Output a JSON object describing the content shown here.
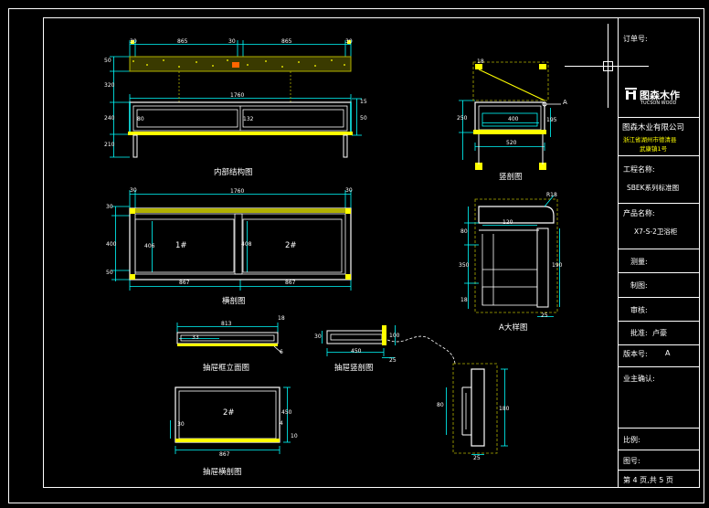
{
  "title_block": {
    "order_no_label": "订单号:",
    "brand_cn": "图森木作",
    "brand_en": "TUCSON WOOD",
    "company": "图森木业有限公司",
    "address_line1": "浙江省湖州市德清县",
    "address_line2": "武康镇1号",
    "project_label": "工程名称:",
    "project_value": "SBEK系列标准图",
    "product_label": "产品名称:",
    "product_value": "X7-S-2卫浴柜",
    "measure_label": "测量:",
    "draw_label": "制图:",
    "review_label": "审核:",
    "approve_label": "批准:",
    "approve_value": "卢豪",
    "version_label": "版本号:",
    "version_value": "A",
    "owner_label": "业主确认:",
    "scale_label": "比例:",
    "drawing_no_label": "图号:",
    "page_text": "第 4 页,共 5 页"
  },
  "captions": {
    "internal": "内部结构图",
    "side": "竖剖图",
    "cross": "横剖图",
    "detail_a": "A大样图",
    "drawer_front": "抽屉框立面图",
    "drawer_side": "抽屉竖剖图",
    "drawer_cross": "抽屉横剖图"
  },
  "panel_labels": {
    "left": "1#",
    "right": "2#",
    "drawer": "2#"
  },
  "callout_a": "A",
  "dims": {
    "top_30a": "30",
    "top_865a": "865",
    "top_30b": "30",
    "top_865b": "865",
    "top_30c": "30",
    "overall": "1760",
    "left_50": "50",
    "left_320": "320",
    "left_240": "240",
    "left_210": "210",
    "inner_80": "80",
    "inner_132": "132",
    "right_15": "15",
    "right_50": "50",
    "cross_30": "30",
    "cross_1760": "1760",
    "cross_30b": "30",
    "cross_left_30": "30",
    "cross_left_400": "400",
    "cross_left_50": "50",
    "cross_inner_406": "406",
    "cross_inner_408": "408",
    "cross_bot_867a": "867",
    "cross_bot_867b": "867",
    "side_top_18": "18",
    "side_400": "400",
    "side_right_195": "195",
    "side_250": "250",
    "side_520": "520",
    "det_r": "R18",
    "det_top": "120",
    "det_80": "80",
    "det_350": "350",
    "det_18": "18",
    "det_190": "190",
    "det_bot_25": "25",
    "df_813": "813",
    "df_18": "18",
    "df_33": "33",
    "df_6": "6",
    "ds_30": "30",
    "ds_450": "450",
    "ds_100": "100",
    "ds_25": "25",
    "dc_30": "30",
    "dc_867": "867",
    "dc_450": "450",
    "dc_4": "4",
    "dc_10": "10",
    "zoom_80": "80",
    "zoom_180": "180",
    "zoom_25": "25"
  },
  "colors": {
    "background": "#000000",
    "line": "#ffffff",
    "dimension": "#00ffff",
    "hardware": "#ffff00",
    "accent": "#ff00ff",
    "wood": "#b0b000"
  }
}
